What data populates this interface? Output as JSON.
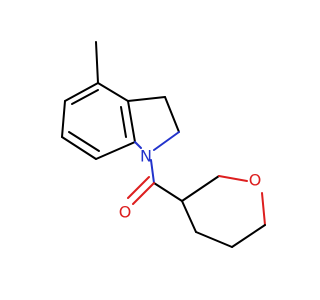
{
  "diagram": {
    "type": "chemical-structure",
    "atoms": [
      {
        "label": "N",
        "color": "#2233cc"
      },
      {
        "label": "O",
        "color": "#dd1f1f"
      },
      {
        "label": "O",
        "color": "#dd1f1f"
      }
    ],
    "colors": {
      "carbon_bond": "#000000",
      "nitrogen": "#2233cc",
      "oxygen": "#dd1f1f",
      "background": "#ffffff"
    }
  }
}
